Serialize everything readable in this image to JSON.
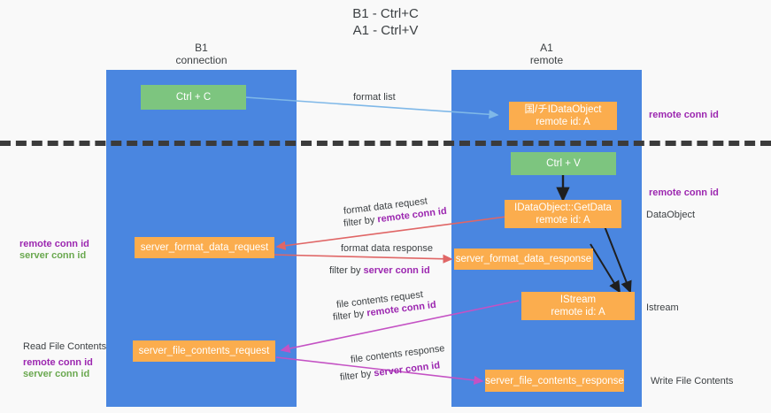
{
  "title": {
    "line1": "B1 - Ctrl+C",
    "line2": "A1 - Ctrl+V"
  },
  "columns": [
    {
      "name": "B1",
      "role": "connection"
    },
    {
      "name": "A1",
      "role": "remote"
    }
  ],
  "nodes": {
    "ctrl_c": "Ctrl + C",
    "ctrl_v": "Ctrl + V",
    "idataobject_name": "国/チIDataObject",
    "idataobject_id": "remote id: A",
    "getdata_name": "IDataObject::GetData",
    "getdata_id": "remote id: A",
    "istream_name": "IStream",
    "istream_id": "remote id: A",
    "server_format_data_request": "server_format_data_request",
    "server_format_data_response": "server_format_data_response",
    "server_file_contents_request": "server_file_contents_request",
    "server_file_contents_response": "server_file_contents_response"
  },
  "edge_labels": {
    "format_list": "format list",
    "format_data_request": "format data request",
    "format_data_request_filter_prefix": "filter by ",
    "format_data_request_filter_key": "remote conn id",
    "format_data_response": "format data response",
    "format_data_response_filter_prefix": "filter by ",
    "format_data_response_filter_key": "server conn id",
    "file_contents_request": "file contents request",
    "file_contents_request_filter_prefix": "filter by ",
    "file_contents_request_filter_key": "remote conn id",
    "file_contents_response": "file contents response",
    "file_contents_response_filter_prefix": "filter by ",
    "file_contents_response_filter_key": "server conn id"
  },
  "annotations": {
    "right_remote_conn_id_top": "remote conn id",
    "right_remote_conn_id_mid": "remote conn id",
    "right_dataobject": "DataObject",
    "right_istream": "Istream",
    "right_write_file_contents": "Write File Contents",
    "left_remote_conn_id": "remote conn id",
    "left_server_conn_id": "server conn id",
    "left_read_file_contents": "Read File Contents",
    "left_remote_conn_id_2": "remote conn id",
    "left_server_conn_id_2": "server conn id"
  },
  "colors": {
    "lane": "#4a86e0",
    "green_node": "#7dc57f",
    "orange_node": "#fbad4e",
    "purple_text": "#9c27b0",
    "green_text": "#6aa84f",
    "arrow_blue": "#7fb8e8",
    "arrow_red": "#e06666",
    "arrow_magenta": "#c452c4",
    "arrow_black": "#1f1f1f",
    "background": "#f9f9f9"
  }
}
